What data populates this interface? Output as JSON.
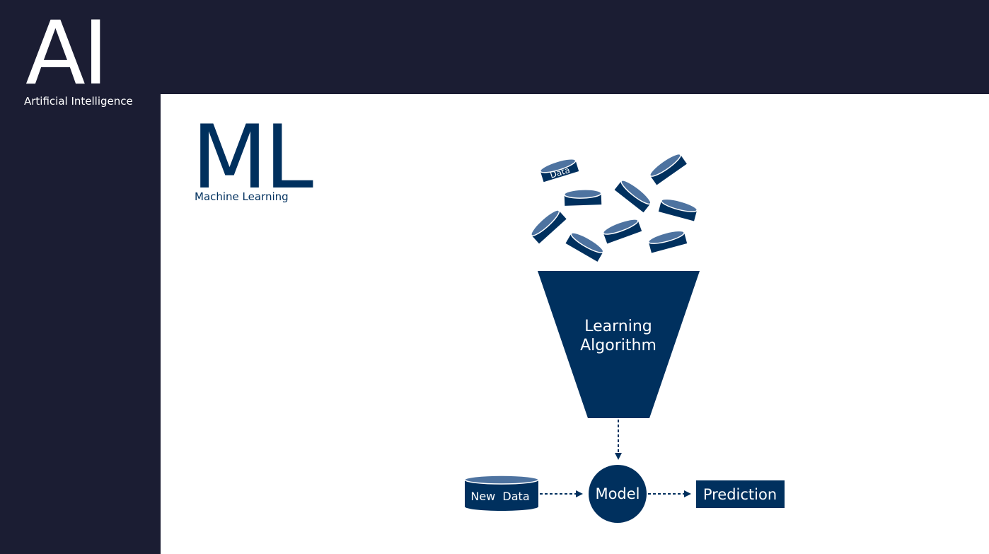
{
  "ai": {
    "title": "AI",
    "subtitle": "Artificial Intelligence"
  },
  "ml": {
    "title": "ML",
    "subtitle": "Machine Learning"
  },
  "diagram": {
    "data_label": "Data",
    "funnel_line1": "Learning",
    "funnel_line2": "Algorithm",
    "new_data_label": "New  Data",
    "model_label": "Model",
    "prediction_label": "Prediction"
  },
  "colors": {
    "background": "#1b1d33",
    "panel": "#ffffff",
    "accent": "#00305e",
    "cylinder_top": "#4e73a0"
  }
}
